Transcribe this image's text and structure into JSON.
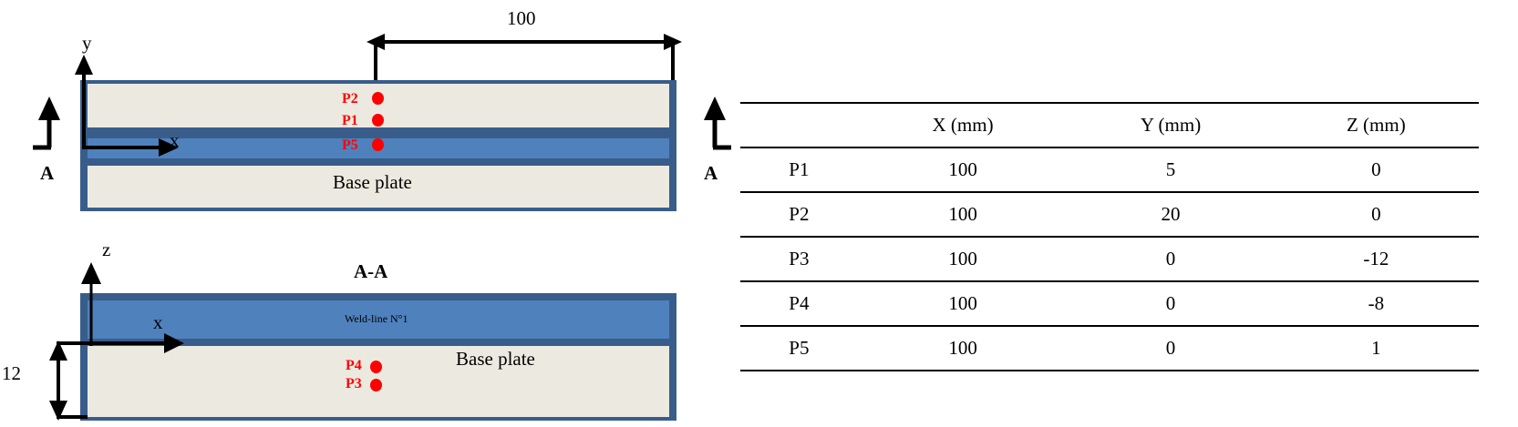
{
  "figure": {
    "top_view": {
      "axis_y_label": "y",
      "axis_x_label": "x",
      "section_mark_left": "A",
      "section_mark_right": "A",
      "base_plate_label": "Base plate",
      "dimension_100": "100",
      "points": [
        {
          "name": "P2"
        },
        {
          "name": "P1"
        },
        {
          "name": "P5"
        }
      ]
    },
    "section_view": {
      "title": "A-A",
      "axis_z_label": "z",
      "axis_x_label": "x",
      "weld_line_label": "Weld-line N°1",
      "base_plate_label": "Base plate",
      "dimension_12": "12",
      "points": [
        {
          "name": "P4"
        },
        {
          "name": "P3"
        }
      ]
    },
    "colors": {
      "plate_fill": "#ECEAE0",
      "plate_border": "#385D8A",
      "weld_band": "#4F81BD",
      "point_marker": "#FF0000",
      "line": "#000000"
    }
  },
  "table": {
    "columns": [
      "",
      "X (mm)",
      "Y (mm)",
      "Z (mm)"
    ],
    "rows": [
      {
        "point": "P1",
        "x": "100",
        "y": "5",
        "z": "0"
      },
      {
        "point": "P2",
        "x": "100",
        "y": "20",
        "z": "0"
      },
      {
        "point": "P3",
        "x": "100",
        "y": "0",
        "z": "-12"
      },
      {
        "point": "P4",
        "x": "100",
        "y": "0",
        "z": "-8"
      },
      {
        "point": "P5",
        "x": "100",
        "y": "0",
        "z": "1"
      }
    ]
  }
}
